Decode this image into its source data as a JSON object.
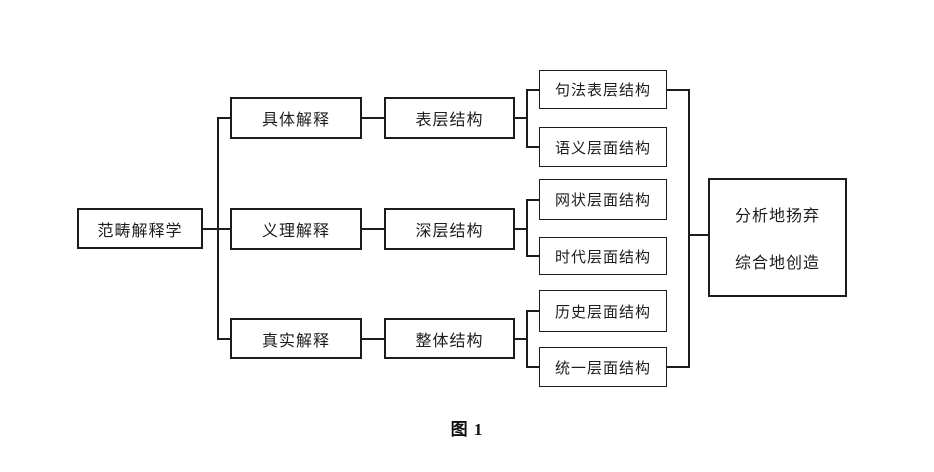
{
  "diagram": {
    "root": {
      "label": "范畴解释学"
    },
    "level2": [
      {
        "label": "具体解释"
      },
      {
        "label": "义理解释"
      },
      {
        "label": "真实解释"
      }
    ],
    "level3": [
      {
        "label": "表层结构"
      },
      {
        "label": "深层结构"
      },
      {
        "label": "整体结构"
      }
    ],
    "level4": [
      {
        "label": "句法表层结构"
      },
      {
        "label": "语义层面结构"
      },
      {
        "label": "网状层面结构"
      },
      {
        "label": "时代层面结构"
      },
      {
        "label": "历史层面结构"
      },
      {
        "label": "统一层面结构"
      }
    ],
    "result": {
      "line1": "分析地扬弃",
      "line2": "综合地创造"
    },
    "caption": "图 1"
  },
  "colors": {
    "line": "#1c1c1c",
    "background": "#ffffff"
  }
}
